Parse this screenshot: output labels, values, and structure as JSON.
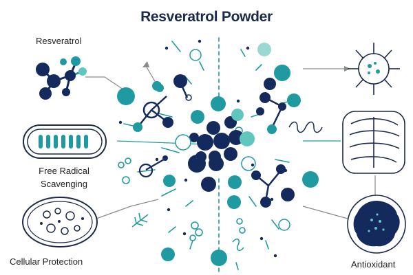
{
  "title": "Resveratrol Powder",
  "labels": {
    "resveratrol": "Resveratrol",
    "free_radical_line1": "Free Radical",
    "free_radical_line2": "Scavenging",
    "cellular_protection": "Cellular Protection",
    "antioxidant": "Antioxidant"
  },
  "colors": {
    "navy": "#142a5c",
    "teal": "#1f9aa0",
    "mint": "#5fc7bf",
    "light_teal": "#9ad9d3",
    "outline": "#1b2a4a",
    "line": "#8a8a8a"
  }
}
